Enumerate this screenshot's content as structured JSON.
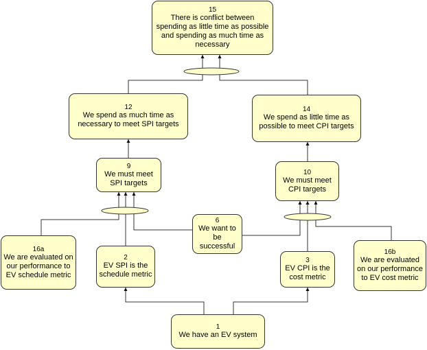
{
  "colors": {
    "node_fill": "#ffffcc",
    "stroke": "#333333",
    "ellipse_fill": "#ffffcc"
  },
  "nodes": {
    "n15": {
      "id": "15",
      "text": "There is conflict between spending as little time as possible and spending as much time as necessary"
    },
    "n12": {
      "id": "12",
      "text": "We spend as much time as necessary to meet SPI targets"
    },
    "n14": {
      "id": "14",
      "text": "We spend as little time as possible to meet CPI targets"
    },
    "n9": {
      "id": "9",
      "text": "We must meet SPI targets"
    },
    "n10": {
      "id": "10",
      "text": "We must meet CPI targets"
    },
    "n6": {
      "id": "6",
      "text": "We want to be successful"
    },
    "n16a": {
      "id": "16a",
      "text": "We are evaluated on our performance to EV schedule metric"
    },
    "n2": {
      "id": "2",
      "text": "EV SPI is the schedule metric"
    },
    "n3": {
      "id": "3",
      "text": "EV CPI is the cost metric"
    },
    "n16b": {
      "id": "16b",
      "text": "We are evaluated on our performance to EV  cost metric"
    },
    "n1": {
      "id": "1",
      "text": "We have an EV system"
    }
  }
}
